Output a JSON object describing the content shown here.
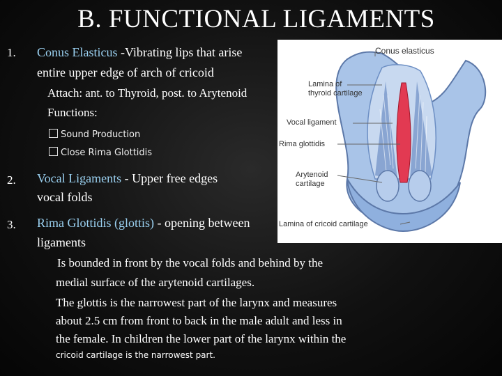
{
  "title": "B. FUNCTIONAL LIGAMENTS",
  "items": [
    {
      "num": "1.",
      "highlight": "Conus Elasticus",
      "line1_rest": " -Vibrating lips that arise",
      "line2": "entire upper edge of arch of cricoid",
      "bullets": [
        "Attach: ant. to Thyroid, post. to Arytenoid",
        "Functions:"
      ],
      "subbullets": [
        "Sound Production",
        "Close Rima Glottidis"
      ]
    },
    {
      "num": "2.",
      "highlight": "Vocal Ligaments",
      "line1_rest": " - Upper free edges",
      "line2": "vocal folds"
    },
    {
      "num": "3.",
      "highlight": "Rima Glottidis (glottis)",
      "line1_rest": " - opening between",
      "line2": "ligaments",
      "bullets": [
        {
          "l1": "Is bounded in front by the vocal folds and behind by the",
          "l2": "medial surface of the arytenoid cartilages."
        },
        {
          "l1": "The glottis is the narrowest part of the larynx and measures",
          "l2": "about 2.5 cm from front to back in the male adult and less in",
          "l3": "the female. In children the lower part of the larynx within the",
          "l4": "cricoid cartilage is the narrowest part."
        }
      ]
    }
  ],
  "bullet_glyph": "",
  "figure": {
    "labels": {
      "conus": "Conus elasticus",
      "lamina_thyroid_1": "Lamina of",
      "lamina_thyroid_2": "thyroid cartilage",
      "vocal_lig": "Vocal ligament",
      "rima": "Rima glottidis",
      "aryt_1": "Arytenoid",
      "aryt_2": "cartilage",
      "lamina_cricoid": "Lamina of cricoid cartilage"
    },
    "colors": {
      "cartilage": "#a9c4e8",
      "ligament": "#e23a52",
      "fold": "#6d8fc4"
    }
  }
}
